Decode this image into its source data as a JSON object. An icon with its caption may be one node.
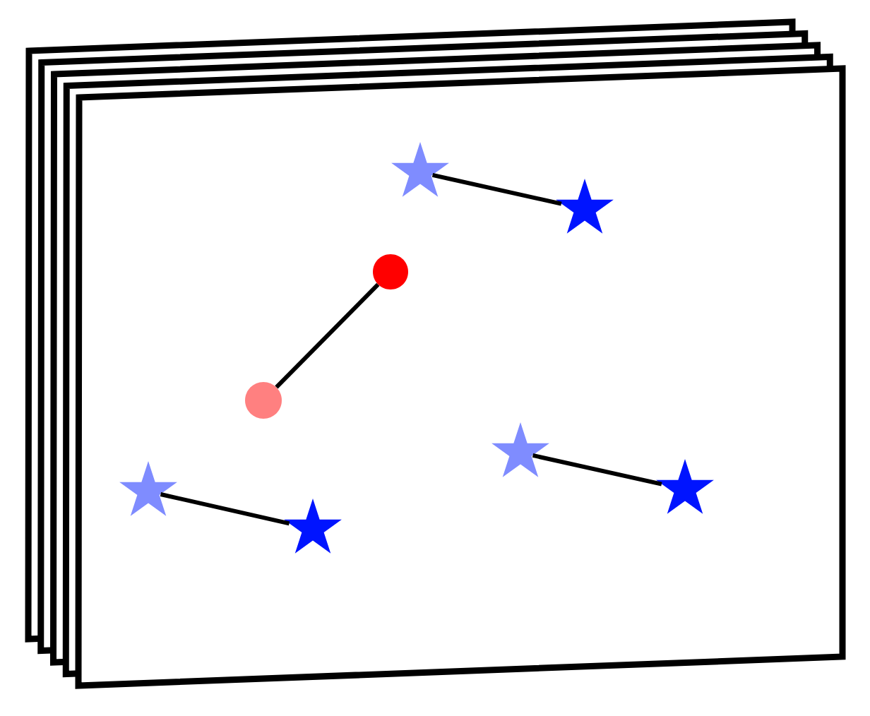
{
  "diagram": {
    "nodes": [
      {
        "text": [],
        "shape": "star"
      },
      {
        "text": [],
        "shape": "star"
      },
      {
        "text": [],
        "shape": "circle"
      },
      {
        "text": [],
        "shape": "circle"
      },
      {
        "text": [],
        "shape": "star"
      },
      {
        "text": [],
        "shape": "star"
      },
      {
        "text": [],
        "shape": "star"
      },
      {
        "text": [],
        "shape": "star"
      }
    ],
    "edges": [
      {
        "from": 0,
        "to": 1,
        "arrow": "none"
      },
      {
        "from": 3,
        "to": 2,
        "arrow": "none"
      },
      {
        "from": 4,
        "to": 5,
        "arrow": "none"
      },
      {
        "from": 6,
        "to": 7,
        "arrow": "none"
      }
    ]
  }
}
